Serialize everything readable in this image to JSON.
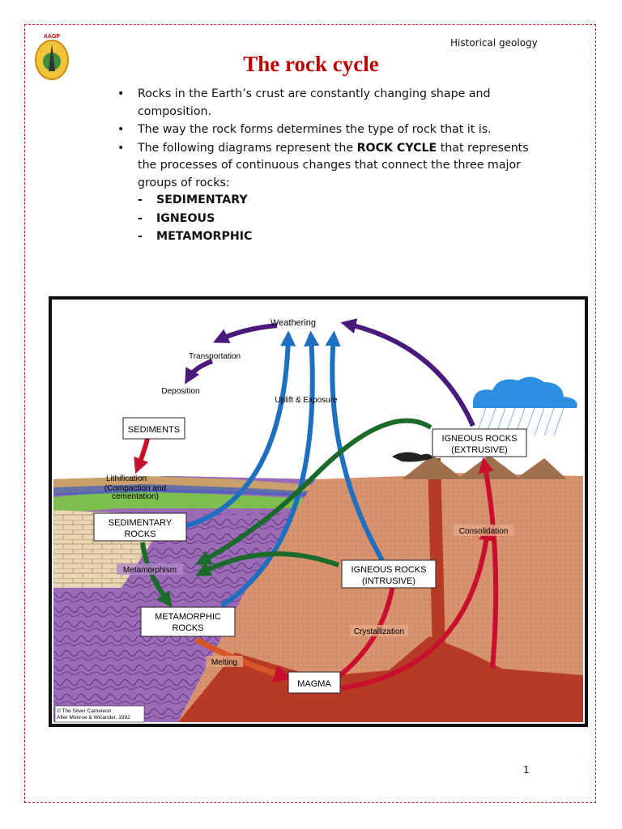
{
  "header": {
    "subject": "Historical geology",
    "logo_text": "AAGP"
  },
  "title": "The rock cycle",
  "bullets": [
    "Rocks in the Earth’s crust are constantly changing shape and composition.",
    "The way the rock forms determines the type of rock that it is."
  ],
  "bullet3": {
    "before": "The following diagrams represent the ",
    "bold": "ROCK CYCLE",
    "after": "  that represents the processes of continuous changes that connect the three major groups of rocks:"
  },
  "rock_groups": [
    "SEDIMENTARY",
    "IGNEOUS",
    "METAMORPHIC"
  ],
  "diagram": {
    "boxes": {
      "sediments": "SEDIMENTS",
      "sedimentary_1": "SEDIMENTARY",
      "sedimentary_2": "ROCKS",
      "metamorphic_1": "METAMORPHIC",
      "metamorphic_2": "ROCKS",
      "intrusive_1": "IGNEOUS ROCKS",
      "intrusive_2": "(INTRUSIVE)",
      "extrusive_1": "IGNEOUS ROCKS",
      "extrusive_2": "(EXTRUSIVE)",
      "magma": "MAGMA"
    },
    "labels": {
      "weathering": "Weathering",
      "transportation": "Transportation",
      "deposition": "Deposition",
      "lithification_1": "Lithification",
      "lithification_2": "(Compaction and",
      "lithification_3": "cementation)",
      "uplift": "Uplift & Exposure",
      "metamorphism": "Metamorphism",
      "melting": "Melting",
      "crystallization": "Crystallization",
      "consolidation": "Consolidation"
    },
    "credit_1": "© The Silver Cameleon",
    "credit_2": "After Monroe & Wicander, 1992",
    "colors": {
      "purple_arrow": "#4a1a7a",
      "red_arrow": "#c8102e",
      "blue_arrow": "#1f6fc0",
      "green_arrow": "#1a6b2a",
      "metamorphic_rock": "#9b6bb8",
      "igneous_rock": "#d9926e",
      "magma": "#b73a24",
      "cloud": "#2e8fe0"
    }
  },
  "page_number": "1"
}
